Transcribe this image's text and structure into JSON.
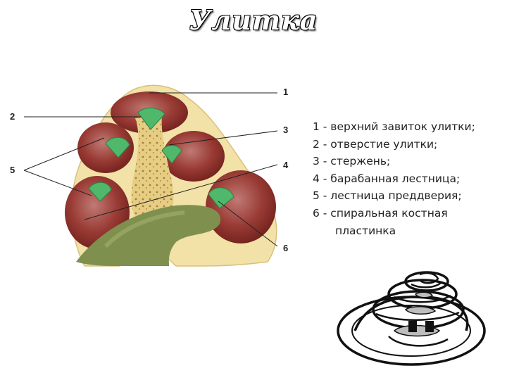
{
  "title": "Улитка",
  "callouts": [
    "1",
    "2",
    "3",
    "4",
    "5",
    "6"
  ],
  "legend": [
    "1 - верхний завиток улитки;",
    "2 - отверстие улитки;",
    "3 - стержень;",
    "4 - барабанная лестница;",
    "5 - лестница преддверия;",
    "6 - спиральная костная",
    "пластинка"
  ],
  "colors": {
    "bone": "#f0dfa4",
    "cavity": "#8e2f2a",
    "lamina": "#4fb86a",
    "modiolus": "#e2c77a",
    "nerve": "#7f8f4e"
  }
}
